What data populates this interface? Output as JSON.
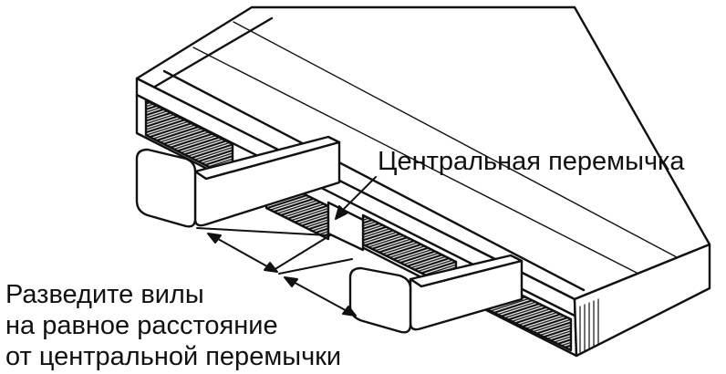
{
  "labels": {
    "center_bar": "Центральная перемычка",
    "instruction": [
      "Разведите вилы",
      "на равное расстояние",
      "от центральной перемычки"
    ]
  },
  "colors": {
    "line": "#111111",
    "background": "#ffffff"
  }
}
